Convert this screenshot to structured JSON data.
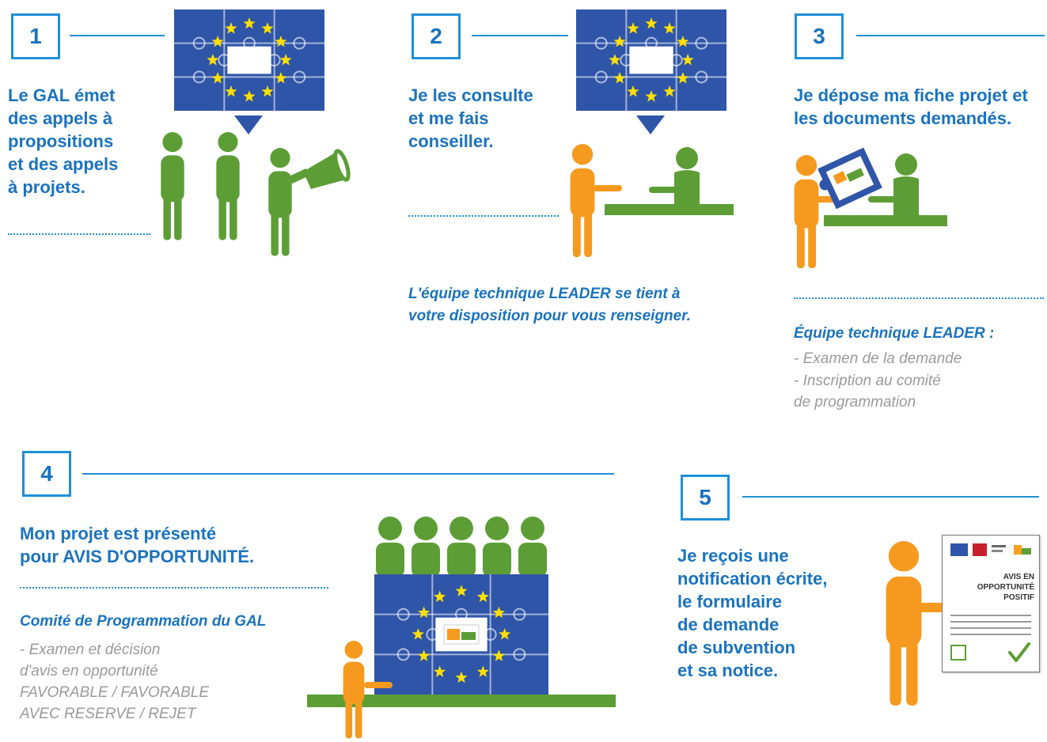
{
  "colors": {
    "blue_text": "#1a73bf",
    "frame": "#1f8fd6",
    "eu_blue": "#2f55a8",
    "star": "#ffe000",
    "green": "#5c9e35",
    "orange": "#f59a1f",
    "grey_text": "#9a9a9a"
  },
  "steps": [
    {
      "number": "1",
      "text": "Le GAL émet\ndes appels à\npropositions\net des appels\nà projets.",
      "icons": [
        "eu-puzzle-flag-icon",
        "group-with-megaphone-icon"
      ]
    },
    {
      "number": "2",
      "text": "Je les consulte\net me fais\nconseiller.",
      "note": "L'équipe technique LEADER se tient à\nvotre disposition pour vous renseigner.",
      "icons": [
        "eu-puzzle-flag-icon",
        "consultation-desk-icon"
      ]
    },
    {
      "number": "3",
      "text": "Je dépose ma fiche projet et\nles documents demandés.",
      "subtitle": "Équipe technique LEADER :",
      "items": [
        "- Examen de la demande",
        "- Inscription au comité\n  de programmation"
      ],
      "icons": [
        "submit-document-desk-icon"
      ]
    },
    {
      "number": "4",
      "text": "Mon projet est présenté\npour AVIS D'OPPORTUNITÉ.",
      "subtitle": "Comité de Programmation du GAL",
      "items": [
        "- Examen et décision\n  d'avis en opportunité\n  FAVORABLE / FAVORABLE\n  AVEC RESERVE / REJET"
      ],
      "icons": [
        "committee-puzzle-icon"
      ]
    },
    {
      "number": "5",
      "text": "Je reçois une\nnotification écrite,\nle formulaire\nde demande\nde subvention\net sa notice.",
      "document": {
        "heading": "AVIS EN\nOPPORTUNITÉ\nPOSITIF"
      },
      "icons": [
        "person-holding-document-icon",
        "checkmark-icon"
      ]
    }
  ]
}
